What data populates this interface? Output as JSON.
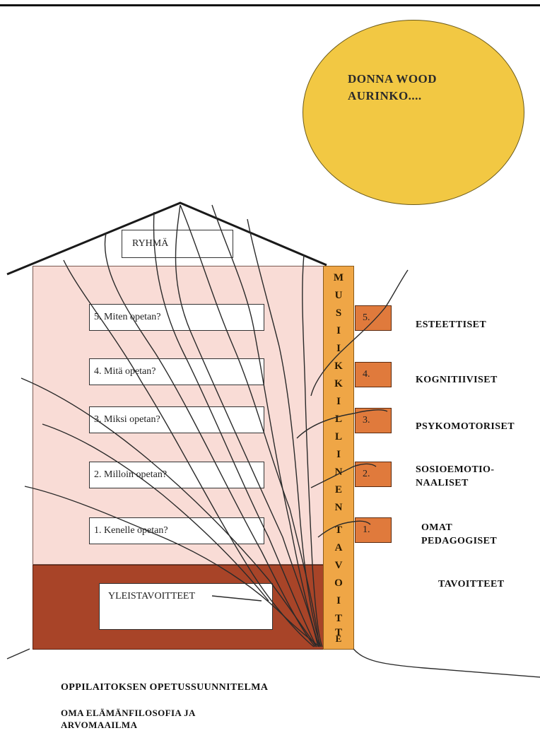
{
  "sun": {
    "text": "DONNA WOOD\nAURINKO...."
  },
  "roof_box": "RYHMÄ",
  "floors": [
    {
      "label": "5. Miten opetan?"
    },
    {
      "label": "4. Mitä opetan?"
    },
    {
      "label": "3. Miksi opetan?"
    },
    {
      "label": "2. Milloin opetan?"
    },
    {
      "label": "1. Kenelle opetan?"
    }
  ],
  "base_box": "YLEISTAVOITTEET",
  "column_letters": [
    "M",
    "U",
    "S",
    "I",
    "I",
    "K",
    "K",
    "I",
    "L",
    "L",
    "I",
    "N",
    "E",
    "N",
    "T",
    "A",
    "V",
    "O",
    "I",
    "T",
    "T",
    "E"
  ],
  "tabs": [
    "5.",
    "4.",
    "3.",
    "2.",
    "1."
  ],
  "side_labels": {
    "esteettiset": "ESTEETTISET",
    "kognitiiviset": "KOGNITIIVISET",
    "psykomotoriset": "PSYKOMOTORISET",
    "sosioemotionaaliset": "SOSIOEMOTIO-\nNAALISET",
    "omat": "OMAT\nPEDAGOGISET",
    "tavoitteet": "TAVOITTEET"
  },
  "bottom": {
    "line1": "OPPILAITOKSEN OPETUSSUUNNITELMA",
    "line2": "OMA ELÄMÄNFILOSOFIA JA\nARVOMAAILMA"
  },
  "colors": {
    "sun": "#f2c843",
    "upper_wall": "#f9dcd6",
    "foundation": "#a84428",
    "column": "#efa646",
    "tabs": "#e07a3c"
  }
}
